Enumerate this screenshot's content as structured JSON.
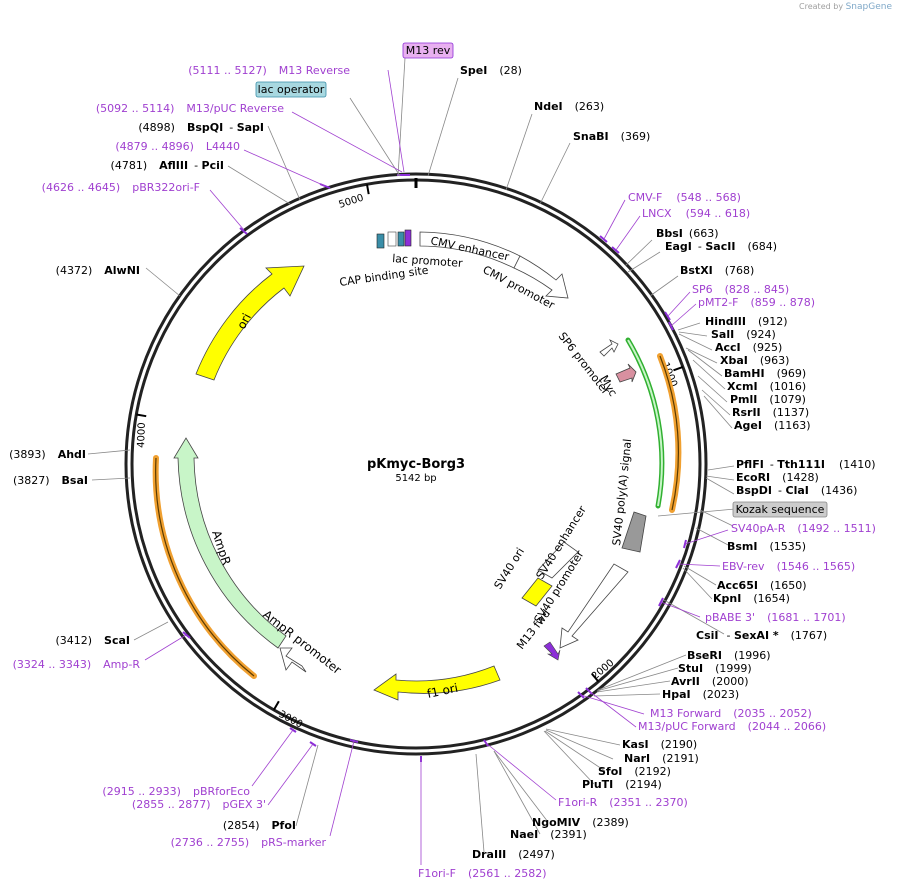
{
  "credit": {
    "created_by": "Created by",
    "brand": "SnapGene"
  },
  "map": {
    "name": "pKmyc-Borg3",
    "size": "5142 bp",
    "total_bp": 5142
  },
  "ticks": [
    {
      "bp": 1000,
      "label": "1000"
    },
    {
      "bp": 2000,
      "label": "2000"
    },
    {
      "bp": 3000,
      "label": "3000"
    },
    {
      "bp": 4000,
      "label": "4000"
    },
    {
      "bp": 5000,
      "label": "5000"
    }
  ],
  "enzymes": [
    {
      "name": "SpeI",
      "pos": "(28)"
    },
    {
      "name": "NdeI",
      "pos": "(263)"
    },
    {
      "name": "SnaBI",
      "pos": "(369)"
    },
    {
      "name": "BbsI",
      "pos": "(663)"
    },
    {
      "name": "EagI",
      "name2": "SacII",
      "pos": "(684)"
    },
    {
      "name": "BstXI",
      "pos": "(768)"
    },
    {
      "name": "HindIII",
      "pos": "(912)"
    },
    {
      "name": "SalI",
      "pos": "(924)"
    },
    {
      "name": "AccI",
      "pos": "(925)"
    },
    {
      "name": "XbaI",
      "pos": "(963)"
    },
    {
      "name": "BamHI",
      "pos": "(969)"
    },
    {
      "name": "XcmI",
      "pos": "(1016)"
    },
    {
      "name": "PmlI",
      "pos": "(1079)"
    },
    {
      "name": "RsrII",
      "pos": "(1137)"
    },
    {
      "name": "AgeI",
      "pos": "(1163)"
    },
    {
      "name": "PflFI",
      "name2": "Tth111I",
      "pos": "(1410)"
    },
    {
      "name": "EcoRI",
      "pos": "(1428)"
    },
    {
      "name": "BspDI",
      "name2": "ClaI",
      "pos": "(1436)"
    },
    {
      "name": "BsmI",
      "pos": "(1535)"
    },
    {
      "name": "Acc65I",
      "pos": "(1650)"
    },
    {
      "name": "KpnI",
      "pos": "(1654)"
    },
    {
      "name": "CsiI",
      "name2": "SexAI *",
      "pos": "(1767)"
    },
    {
      "name": "BseRI",
      "pos": "(1996)"
    },
    {
      "name": "StuI",
      "pos": "(1999)"
    },
    {
      "name": "AvrII",
      "pos": "(2000)"
    },
    {
      "name": "HpaI",
      "pos": "(2023)"
    },
    {
      "name": "KasI",
      "pos": "(2190)"
    },
    {
      "name": "NarI",
      "pos": "(2191)"
    },
    {
      "name": "SfoI",
      "pos": "(2192)"
    },
    {
      "name": "PluTI",
      "pos": "(2194)"
    },
    {
      "name": "NgoMIV",
      "pos": "(2389)"
    },
    {
      "name": "NaeI",
      "pos": "(2391)"
    },
    {
      "name": "DraIII",
      "pos": "(2497)"
    },
    {
      "name": "PfoI",
      "pos": "(2854)"
    },
    {
      "name": "ScaI",
      "pos": "(3412)"
    },
    {
      "name": "BsaI",
      "pos": "(3827)"
    },
    {
      "name": "AhdI",
      "pos": "(3893)"
    },
    {
      "name": "AlwNI",
      "pos": "(4372)"
    },
    {
      "name": "AflIII",
      "name2": "PciI",
      "pos": "(4781)"
    },
    {
      "name": "BspQI",
      "name2": "SapI",
      "pos": "(4898)"
    }
  ],
  "primers": [
    {
      "name": "CMV-F",
      "range": "(548 .. 568)"
    },
    {
      "name": "LNCX",
      "range": "(594 .. 618)"
    },
    {
      "name": "SP6",
      "range": "(828 .. 845)"
    },
    {
      "name": "pMT2-F",
      "range": "(859 .. 878)"
    },
    {
      "name": "SV40pA-R",
      "range": "(1492 .. 1511)"
    },
    {
      "name": "EBV-rev",
      "range": "(1546 .. 1565)"
    },
    {
      "name": "pBABE 3'",
      "range": "(1681 .. 1701)"
    },
    {
      "name": "M13 Forward",
      "range": "(2035 .. 2052)"
    },
    {
      "name": "M13/pUC Forward",
      "range": "(2044 .. 2066)"
    },
    {
      "name": "F1ori-R",
      "range": "(2351 .. 2370)"
    },
    {
      "name": "F1ori-F",
      "range": "(2561 .. 2582)"
    },
    {
      "name": "pRS-marker",
      "range": "(2736 .. 2755)"
    },
    {
      "name": "pGEX 3'",
      "range": "(2855 .. 2877)"
    },
    {
      "name": "pBRforEco",
      "range": "(2915 .. 2933)"
    },
    {
      "name": "Amp-R",
      "range": "(3324 .. 3343)"
    },
    {
      "name": "pBR322ori-F",
      "range": "(4626 .. 4645)"
    },
    {
      "name": "L4440",
      "range": "(4879 .. 4896)"
    },
    {
      "name": "M13/pUC Reverse",
      "range": "(5092 .. 5114)"
    },
    {
      "name": "M13 Reverse",
      "range": "(5111 .. 5127)"
    }
  ],
  "boxed_labels": {
    "m13_rev": "M13 rev",
    "lac_operator": "lac operator",
    "kozak": "Kozak sequence"
  },
  "features": {
    "cmv_enhancer": "CMV enhancer",
    "cmv_promoter": "CMV promoter",
    "lac_promoter": "lac promoter",
    "cap_site": "CAP binding site",
    "sp6_promoter": "SP6 promoter",
    "myc": "Myc",
    "sv40_polya": "SV40 poly(A) signal",
    "sv40_ori": "SV40 ori",
    "sv40_enhancer": "SV40 enhancer",
    "sv40_promoter": "SV40 promoter",
    "m13_fwd": "M13 fwd",
    "f1_ori": "f1 ori",
    "ampr": "AmpR",
    "ampr_promoter": "AmpR promoter",
    "ori": "ori"
  },
  "colors": {
    "enzyme_text": "#000000",
    "primer_text": "#a040d0",
    "primer_mark": "#8c2fd8",
    "ori_fill": "#ffff00",
    "ampr_fill": "#c8f5c8",
    "orange_outline": "#f0a030",
    "green_outline": "#30b030",
    "sv40_polya_fill": "#999999",
    "myc_fill": "#d890a0",
    "cap_fill": "#3a8ea8",
    "lac_op_fill": "#8c2fd8",
    "lac_op_box": "#a8d8e0",
    "m13_rev_box": "#e8b0f0",
    "kozak_box": "#cccccc"
  }
}
